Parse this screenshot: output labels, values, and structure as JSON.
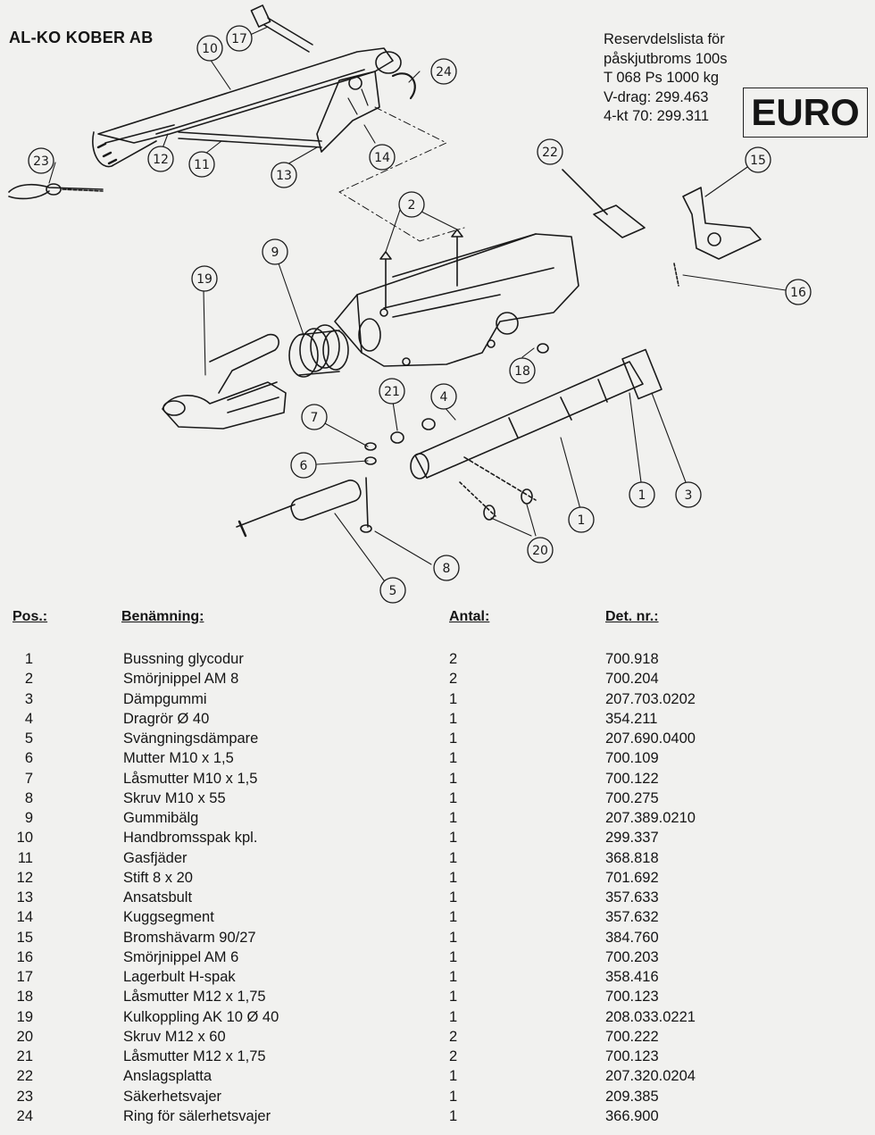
{
  "brand": "AL-KO KOBER AB",
  "spec": {
    "line1": "Reservdelslista för",
    "line2": "påskjutbroms 100s",
    "line3": "T 068 Ps    1000 kg",
    "line4": "V-drag:  299.463",
    "line5": "4-kt 70:  299.311"
  },
  "badge": "EURO",
  "diagram_callouts": [
    "1",
    "1",
    "2",
    "3",
    "4",
    "5",
    "6",
    "7",
    "8",
    "9",
    "10",
    "11",
    "12",
    "13",
    "14",
    "15",
    "16",
    "17",
    "18",
    "19",
    "20",
    "21",
    "22",
    "23",
    "24"
  ],
  "table": {
    "headers": {
      "pos": "Pos.:",
      "name": "Benämning:",
      "qty": "Antal:",
      "det": "Det. nr.:"
    },
    "rows": [
      {
        "pos": "1",
        "name": "Bussning glycodur",
        "qty": "2",
        "det": "700.918"
      },
      {
        "pos": "2",
        "name": "Smörjnippel AM 8",
        "qty": "2",
        "det": "700.204"
      },
      {
        "pos": "3",
        "name": "Dämpgummi",
        "qty": "1",
        "det": "207.703.0202"
      },
      {
        "pos": "4",
        "name": "Dragrör Ø 40",
        "qty": "1",
        "det": "354.211"
      },
      {
        "pos": "5",
        "name": "Svängningsdämpare",
        "qty": "1",
        "det": "207.690.0400"
      },
      {
        "pos": "6",
        "name": "Mutter M10 x 1,5",
        "qty": "1",
        "det": "700.109"
      },
      {
        "pos": "7",
        "name": "Låsmutter M10 x 1,5",
        "qty": "1",
        "det": "700.122"
      },
      {
        "pos": "8",
        "name": "Skruv M10 x 55",
        "qty": "1",
        "det": "700.275"
      },
      {
        "pos": "9",
        "name": "Gummibälg",
        "qty": "1",
        "det": "207.389.0210"
      },
      {
        "pos": "10",
        "name": "Handbromsspak kpl.",
        "qty": "1",
        "det": "299.337"
      },
      {
        "pos": "11",
        "name": "Gasfjäder",
        "qty": "1",
        "det": "368.818"
      },
      {
        "pos": "12",
        "name": "Stift 8 x 20",
        "qty": "1",
        "det": "701.692"
      },
      {
        "pos": "13",
        "name": "Ansatsbult",
        "qty": "1",
        "det": "357.633"
      },
      {
        "pos": "14",
        "name": "Kuggsegment",
        "qty": "1",
        "det": "357.632"
      },
      {
        "pos": "15",
        "name": "Bromshävarm 90/27",
        "qty": "1",
        "det": "384.760"
      },
      {
        "pos": "16",
        "name": "Smörjnippel AM 6",
        "qty": "1",
        "det": "700.203"
      },
      {
        "pos": "17",
        "name": "Lagerbult H-spak",
        "qty": "1",
        "det": "358.416"
      },
      {
        "pos": "18",
        "name": "Låsmutter M12 x 1,75",
        "qty": "1",
        "det": "700.123"
      },
      {
        "pos": "19",
        "name": "Kulkoppling AK 10 Ø 40",
        "qty": "1",
        "det": "208.033.0221"
      },
      {
        "pos": "20",
        "name": "Skruv M12 x 60",
        "qty": "2",
        "det": "700.222"
      },
      {
        "pos": "21",
        "name": "Låsmutter M12 x 1,75",
        "qty": "2",
        "det": "700.123"
      },
      {
        "pos": "22",
        "name": "Anslagsplatta",
        "qty": "1",
        "det": "207.320.0204"
      },
      {
        "pos": "23",
        "name": "Säkerhetsvajer",
        "qty": "1",
        "det": "209.385"
      },
      {
        "pos": "24",
        "name": "Ring för sälerhetsvajer",
        "qty": "1",
        "det": "366.900"
      }
    ]
  }
}
